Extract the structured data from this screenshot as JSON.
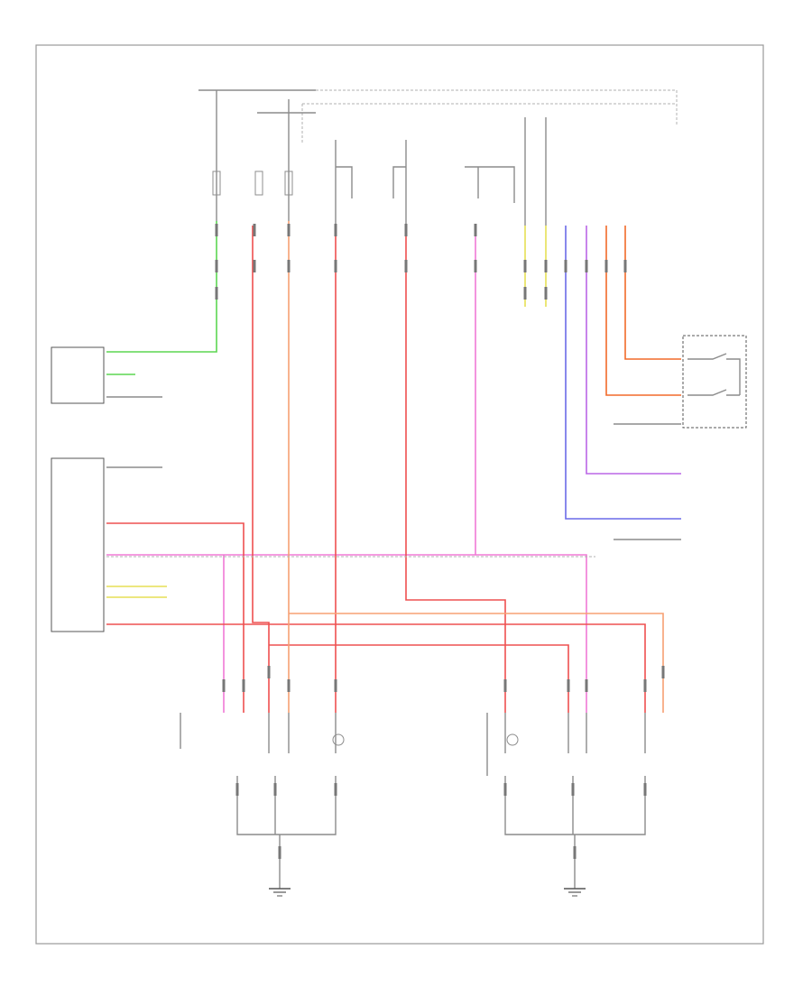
{
  "page": {
    "footer_code": ""
  },
  "colors": {
    "green": "#5cd651",
    "pink": "#f07ad6",
    "red": "#ee5050",
    "orange": "#f7a073",
    "violet": "#bb66e6",
    "blue": "#6a6ae8",
    "yellow": "#e6df55",
    "darkorange": "#f26a2a",
    "ground": "#555555",
    "gray": "#8c8c8c"
  },
  "diagram": {
    "components": [
      {
        "id": "interior-fuse-box",
        "label": ""
      },
      {
        "id": "engine-fuse-box",
        "label": ""
      },
      {
        "id": "ignition-lock-module",
        "label": ""
      },
      {
        "id": "central-electronic-module",
        "label": ""
      },
      {
        "id": "light-switch-module",
        "label": ""
      },
      {
        "id": "left-headlamp",
        "label": ""
      },
      {
        "id": "right-headlamp",
        "label": ""
      },
      {
        "id": "left-ground-point",
        "label": ""
      },
      {
        "id": "right-ground-point",
        "label": ""
      }
    ]
  }
}
